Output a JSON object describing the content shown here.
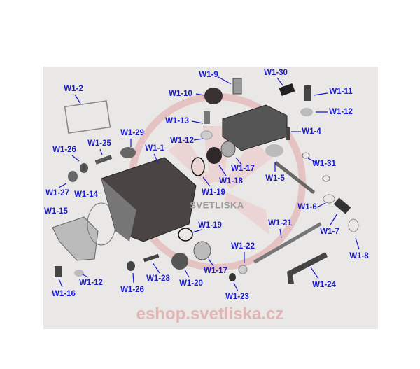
{
  "watermark": {
    "brand": "SVETLISKA",
    "url": "eshop.svetliska.cz",
    "color": "#d88a8a"
  },
  "labels": [
    {
      "id": "W1-2",
      "text": "W1-2"
    },
    {
      "id": "W1-9",
      "text": "W1-9"
    },
    {
      "id": "W1-10",
      "text": "W1-10"
    },
    {
      "id": "W1-30",
      "text": "W1-30"
    },
    {
      "id": "W1-11",
      "text": "W1-11"
    },
    {
      "id": "W1-12a",
      "text": "W1-12"
    },
    {
      "id": "W1-13",
      "text": "W1-13"
    },
    {
      "id": "W1-4",
      "text": "W1-4"
    },
    {
      "id": "W1-12b",
      "text": "W1-12"
    },
    {
      "id": "W1-29",
      "text": "W1-29"
    },
    {
      "id": "W1-1",
      "text": "W1-1"
    },
    {
      "id": "W1-25",
      "text": "W1-25"
    },
    {
      "id": "W1-26a",
      "text": "W1-26"
    },
    {
      "id": "W1-17a",
      "text": "W1-17"
    },
    {
      "id": "W1-18",
      "text": "W1-18"
    },
    {
      "id": "W1-31",
      "text": "W1-31"
    },
    {
      "id": "W1-5",
      "text": "W1-5"
    },
    {
      "id": "W1-27",
      "text": "W1-27"
    },
    {
      "id": "W1-14",
      "text": "W1-14"
    },
    {
      "id": "W1-19a",
      "text": "W1-19"
    },
    {
      "id": "W1-6",
      "text": "W1-6"
    },
    {
      "id": "W1-15",
      "text": "W1-15"
    },
    {
      "id": "W1-21",
      "text": "W1-21"
    },
    {
      "id": "W1-19b",
      "text": "W1-19"
    },
    {
      "id": "W1-7",
      "text": "W1-7"
    },
    {
      "id": "W1-22",
      "text": "W1-22"
    },
    {
      "id": "W1-8",
      "text": "W1-8"
    },
    {
      "id": "W1-17b",
      "text": "W1-17"
    },
    {
      "id": "W1-28",
      "text": "W1-28"
    },
    {
      "id": "W1-20",
      "text": "W1-20"
    },
    {
      "id": "W1-26b",
      "text": "W1-26"
    },
    {
      "id": "W1-12c",
      "text": "W1-12"
    },
    {
      "id": "W1-16",
      "text": "W1-16"
    },
    {
      "id": "W1-23",
      "text": "W1-23"
    },
    {
      "id": "W1-24",
      "text": "W1-24"
    }
  ]
}
